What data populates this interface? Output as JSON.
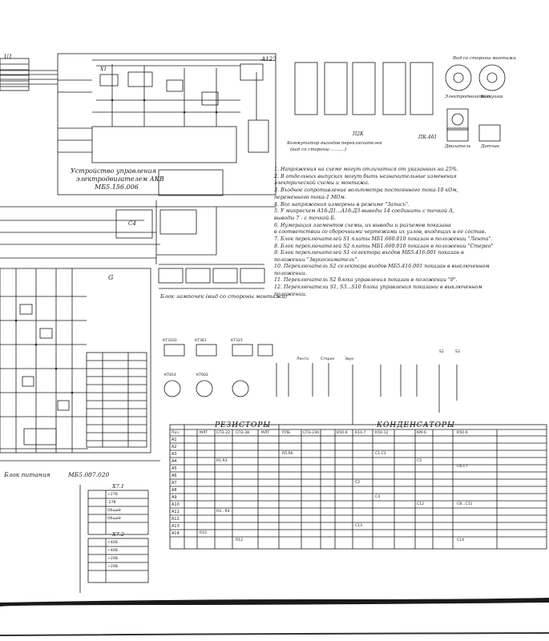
{
  "blocks": {
    "control_unit_title": "Устройство управления",
    "control_unit_line2": "электродвигателем АКВ",
    "control_unit_code": "МБ5.156.006",
    "power_block": "Блок питания",
    "power_block_code": "МБ5.087.020",
    "lamp_block": "Блок лампочек (вид со стороны монтажа)",
    "wiring_view": "Коммутатор выходов переключателей",
    "wiring_view_sub": "(вид со стороны ..........)",
    "view_side_label": "Вид со стороны монтажа",
    "a122": "А122",
    "x1": "X1",
    "ps_label": "П2К",
    "pk_label": "ПК-4б1",
    "right_caption_1": "Электродвигатель",
    "right_caption_2": "Двигатель",
    "right_caption_3": "Катушка",
    "right_caption_4": "Датчик",
    "u1": "U1",
    "c4": "C4",
    "g_label": "G"
  },
  "notes": [
    "1. Напряжения на схеме могут отличаться от указанных на 25%.",
    "2. В отдельных выпусках могут быть незначительные изменения",
    "электрической схемы и монтажа.",
    "3. Входное сопротивление вольтметра постоянного тока-10 кОм,",
    "переменного тока-1 МОм.",
    "4. Все напряжения измерены в режиме \"Запись\".",
    "5. У микросхем  А1б-Д1...А1б-Д3  выводы  14 соединить с точкой А,",
    "выводы 7 - с точкой Б.",
    "6. Нумерация элементов схемы, их выводы и разъемов показана",
    "в соответствии со сборочными чертежами их узлов, входящих в ее состав.",
    "7. Блок переключателей S1 платы МБ1.660.010 показан в положении \"Лента\".",
    "8. Блок переключателей S2 платы МБ1.660.010 показан в положении \"Стерео\"",
    "9. Блок переключателей S1 селектора входов МБ5.416.001 показан в",
    "положении \"Звукосниматель\".",
    "10. Переключатель S2 селектора входов МБ5.416.001 показан в выключенном",
    "положении."
  ],
  "notes_extra": [
    "11. Переключатель S2 блока управления показан в положении \"9\".",
    "12. Переключатели S1, S3...S10 блока управления показаны в выключенном",
    "положении."
  ],
  "components_row": {
    "transistor_labels": [
      "КТ3102",
      "КТ361",
      "КТ315",
      "КТ814",
      "КТ602"
    ],
    "switch_labels": [
      "Лента",
      "Стерео",
      "Звук",
      "S2",
      "S3"
    ]
  },
  "table": {
    "resistors_title": "РЕЗИСТОРЫ",
    "capacitors_title": "КОНДЕНСАТОРЫ",
    "header_cells": [
      "Поз.",
      "МЛТ",
      "СП3-22",
      "СП3-38",
      "МЛТ",
      "ППБ",
      "СП3-23б",
      "К50-6",
      "К10-7",
      "К50-12",
      "КМ-6",
      "К50-6"
    ],
    "rows": [
      "А1",
      "А2",
      "А3",
      "А4",
      "А5",
      "А6",
      "А7",
      "А8",
      "А9",
      "А10",
      "А11",
      "А12",
      "А13",
      "А14"
    ],
    "sample_cells": [
      "R1,R3",
      "R5,R6",
      "R2...R4",
      "С1,С3",
      "С5",
      "С2",
      "С6,С7",
      "С8...С11",
      "С12",
      "С4",
      "С13",
      "R10",
      "R12",
      "С14"
    ]
  },
  "connector": {
    "title_1": "X7.1",
    "title_2": "X7.2",
    "pins": [
      "+27В",
      "-27В",
      "Общий",
      "Общий",
      "+40В",
      "+40В",
      "+20В",
      "+20В"
    ]
  }
}
